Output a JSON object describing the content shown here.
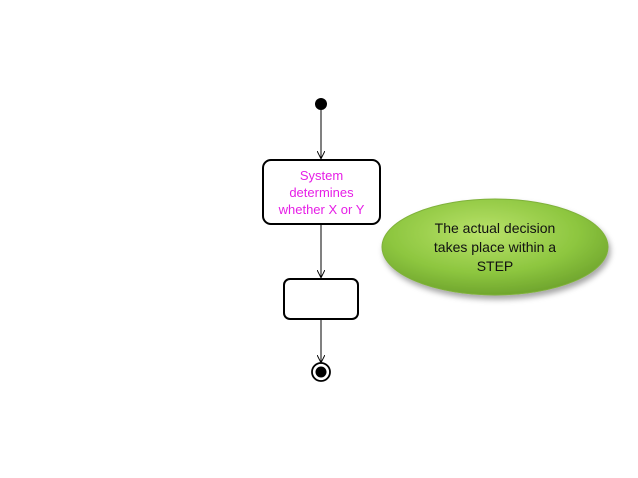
{
  "diagram": {
    "type": "activity-diagram",
    "nodes": {
      "initial": {
        "kind": "initial-node"
      },
      "step_1": {
        "kind": "action",
        "label": "System\ndetermines\nwhether X or Y"
      },
      "step_2": {
        "kind": "action",
        "label": ""
      },
      "final": {
        "kind": "final-node"
      }
    },
    "edges": [
      {
        "from": "initial",
        "to": "step_1"
      },
      {
        "from": "step_1",
        "to": "step_2"
      },
      {
        "from": "step_2",
        "to": "final"
      }
    ],
    "callout": {
      "text": "The actual decision\ntakes place within a\nSTEP",
      "fill_color": "#8dc63f"
    },
    "colors": {
      "step_text": "#e61ee6",
      "stroke": "#000000"
    }
  }
}
